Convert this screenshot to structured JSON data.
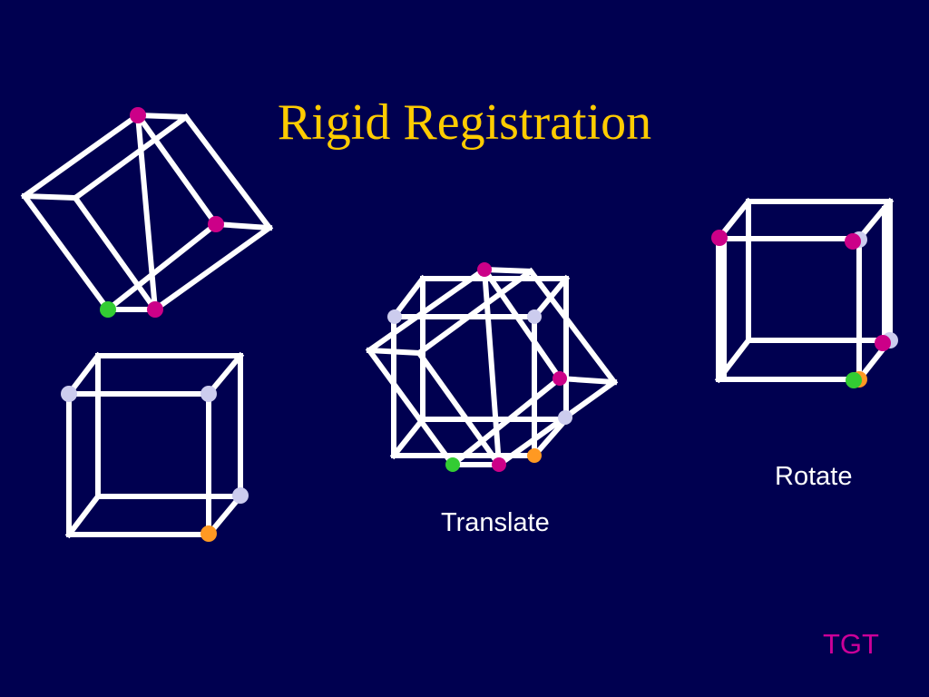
{
  "slide": {
    "title": "Rigid Registration",
    "translate_label": "Translate",
    "rotate_label": "Rotate",
    "footer": "TGT"
  },
  "colors": {
    "background": "#000050",
    "title": "#ffcc00",
    "edges": "#ffffff",
    "footer": "#cc0099",
    "markers": {
      "magenta": "#cc0088",
      "green": "#33cc33",
      "lavender": "#ccccee",
      "orange": "#ff9922"
    }
  }
}
